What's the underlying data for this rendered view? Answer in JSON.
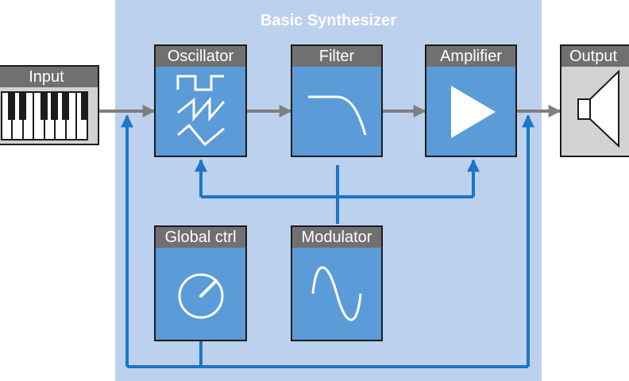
{
  "diagram": {
    "title": "Basic Synthesizer",
    "blocks": {
      "input": {
        "label": "Input",
        "icon": "piano-keyboard-icon"
      },
      "oscillator": {
        "label": "Oscillator",
        "icon": "waveforms-icon"
      },
      "filter": {
        "label": "Filter",
        "icon": "lowpass-curve-icon"
      },
      "amplifier": {
        "label": "Amplifier",
        "icon": "play-triangle-icon"
      },
      "output": {
        "label": "Output",
        "icon": "speaker-icon"
      },
      "global_ctrl": {
        "label": "Global ctrl",
        "icon": "knob-icon"
      },
      "modulator": {
        "label": "Modulator",
        "icon": "sine-wave-icon"
      }
    },
    "colors": {
      "panel": "#bcd1ee",
      "block": "#5b9bd8",
      "header": "#707070",
      "control_line": "#1f74c4",
      "signal_arrow": "#7f7f7f"
    }
  }
}
